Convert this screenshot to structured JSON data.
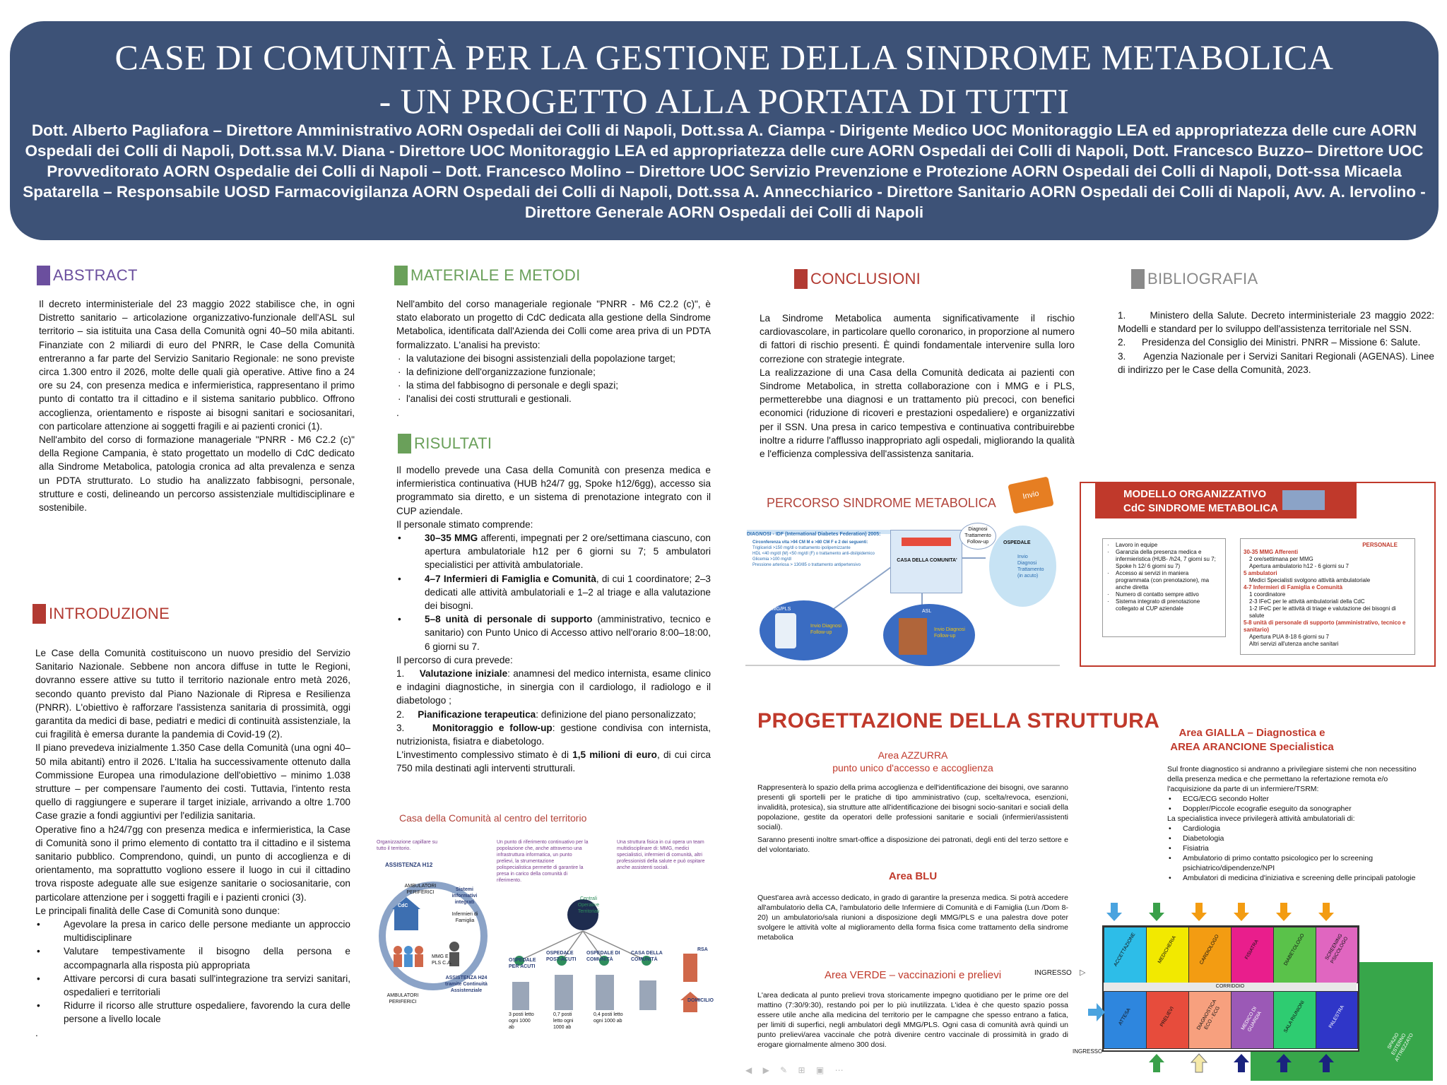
{
  "header": {
    "title_line1": "CASE DI COMUNITÀ PER LA GESTIONE DELLA SINDROME METABOLICA",
    "title_line2": "- UN PROGETTO ALLA PORTATA DI TUTTI",
    "authors": "Dott. Alberto Pagliafora – Direttore Amministrativo AORN Ospedali dei Colli di Napoli, Dott.ssa A. Ciampa - Dirigente Medico UOC Monitoraggio LEA ed appropriatezza delle cure AORN Ospedali dei Colli di Napoli, Dott.ssa M.V. Diana - Direttore UOC Monitoraggio LEA ed appropriatezza delle cure AORN Ospedali dei Colli di Napoli, Dott. Francesco Buzzo– Direttore UOC Provveditorato AORN Ospedalie dei Colli di Napoli – Dott. Francesco Molino – Direttore UOC Servizio Prevenzione e Protezione AORN Ospedali dei Colli di Napoli, Dott-ssa Micaela Spatarella – Responsabile UOSD Farmacovigilanza AORN Ospedali dei Colli di Napoli, Dott.ssa A. Annecchiarico - Direttore Sanitario AORN Ospedali dei Colli di Napoli, Avv. A. Iervolino - Direttore Generale AORN Ospedali dei Colli di Napoli"
  },
  "colors": {
    "header_bg": "#3d5277",
    "abstract": "#6b4f9e",
    "materiale": "#6aa05a",
    "conclusioni": "#b23a32",
    "bibliografia": "#8a8a8a",
    "introduzione": "#b23a32",
    "red_title": "#c0392b"
  },
  "abstract": {
    "heading": "ABSTRACT",
    "p1": "Il decreto interministeriale del 23 maggio 2022 stabilisce che, in ogni Distretto sanitario – articolazione organizzativo-funzionale dell'ASL sul territorio – sia istituita una Casa della Comunità ogni 40–50 mila abitanti. Finanziate con 2 miliardi di euro del PNRR, le Case della Comunità entreranno a far parte del Servizio Sanitario Regionale: ne sono previste circa 1.300 entro il 2026, molte delle quali già operative. Attive fino a 24 ore su 24, con presenza medica e infermieristica, rappresentano il primo punto di contatto tra il cittadino e il sistema sanitario pubblico. Offrono accoglienza, orientamento e risposte ai bisogni sanitari e sociosanitari, con particolare attenzione ai soggetti fragili e ai pazienti cronici (1).",
    "p2": "Nell'ambito del corso di formazione manageriale \"PNRR - M6 C2.2 (c)\" della Regione Campania, è stato progettato un modello di CdC dedicato alla Sindrome Metabolica, patologia cronica ad alta prevalenza e senza un PDTA strutturato. Lo studio ha analizzato fabbisogni, personale, strutture e costi, delineando un percorso assistenziale multidisciplinare e sostenibile."
  },
  "introduzione": {
    "heading": "INTRODUZIONE",
    "p1": "Le Case della Comunità costituiscono un nuovo presidio del Servizio Sanitario Nazionale. Sebbene non ancora diffuse in tutte le Regioni, dovranno essere attive su tutto il territorio nazionale entro metà 2026, secondo quanto previsto dal Piano Nazionale di Ripresa e Resilienza (PNRR). L'obiettivo è rafforzare l'assistenza sanitaria di prossimità, oggi garantita da medici di base, pediatri e medici di continuità assistenziale, la cui fragilità è emersa durante la pandemia di Covid-19 (2).",
    "p2": "Il piano prevedeva inizialmente 1.350 Case della Comunità (una ogni 40–50 mila abitanti) entro il 2026. L'Italia ha successivamente ottenuto dalla Commissione Europea una rimodulazione dell'obiettivo – minimo 1.038 strutture – per compensare l'aumento dei costi. Tuttavia, l'intento resta quello di raggiungere e superare il target iniziale, arrivando a oltre 1.700 Case grazie a fondi aggiuntivi per l'edilizia sanitaria.",
    "p3": "Operative fino a h24/7gg con presenza medica e infermieristica, la Case di Comunità sono il primo elemento di contatto tra il cittadino e il sistema sanitario pubblico. Comprendono, quindi, un punto di accoglienza e di orientamento, ma soprattutto vogliono essere il luogo in cui il cittadino trova risposte adeguate alle sue esigenze sanitarie o sociosanitarie, con particolare attenzione per i soggetti fragili e i pazienti cronici (3).",
    "p4": "Le principali finalità delle Case di Comunità sono dunque:",
    "items": [
      "Agevolare la presa in carico delle persone mediante un approccio multidisciplinare",
      "Valutare tempestivamente il bisogno della persona e accompagnarla alla risposta più appropriata",
      "Attivare percorsi di cura basati sull'integrazione tra servizi sanitari, ospedalieri e territoriali",
      "Ridurre il ricorso alle strutture ospedaliere, favorendo la cura delle persone a livello locale"
    ],
    "end": "."
  },
  "materiale": {
    "heading": "MATERIALE E METODI",
    "p1": "Nell'ambito del corso manageriale regionale \"PNRR - M6 C2.2 (c)\", è stato elaborato un progetto di CdC dedicata alla gestione della Sindrome Metabolica, identificata dall'Azienda dei Colli come area priva di un PDTA formalizzato. L'analisi ha previsto:",
    "items": [
      "la valutazione dei bisogni assistenziali della popolazione target;",
      "la definizione dell'organizzazione funzionale;",
      "la stima del fabbisogno di personale e degli spazi;",
      "l'analisi dei costi strutturali e gestionali."
    ],
    "end": "."
  },
  "risultati": {
    "heading": "RISULTATI",
    "p1": "Il modello prevede una Casa della Comunità con presenza medica e infermieristica continuativa (HUB h24/7 gg, Spoke h12/6gg), accesso sia programmato sia diretto, e un sistema di prenotazione integrato con il CUP aziendale.",
    "p2": "Il personale stimato comprende:",
    "staff1_b": "30–35 MMG",
    "staff1": " afferenti, impegnati per 2 ore/settimana ciascuno, con apertura ambulatoriale h12 per 6 giorni su 7; 5 ambulatori specialistici per attività ambulatoriale.",
    "staff2_b": "4–7 Infermieri di Famiglia e Comunità",
    "staff2": ", di cui 1 coordinatore; 2–3 dedicati alle attività ambulatoriali e 1–2 al triage e alla valutazione dei bisogni.",
    "staff3_b": "5–8 unità di personale di supporto",
    "staff3": " (amministrativo, tecnico e sanitario) con Punto Unico di Accesso attivo nell'orario 8:00–18:00, 6 giorni su 7.",
    "p3": "Il percorso di cura prevede:",
    "step1_n": "1.",
    "step1_b": "Valutazione iniziale",
    "step1": ": anamnesi del medico internista, esame clinico e indagini diagnostiche, in sinergia con il cardiologo, il radiologo e il diabetologo ;",
    "step2_n": "2.",
    "step2_b": "Pianificazione terapeutica",
    "step2": ": definizione del piano personalizzato;",
    "step3_n": "3.",
    "step3_b": "Monitoraggio e follow-up",
    "step3": ": gestione condivisa con internista, nutrizionista, fisiatra e diabetologo.",
    "p4a": "L'investimento complessivo stimato è di ",
    "p4b": "1,5 milioni di euro",
    "p4c": ", di cui circa 750 mila destinati agli interventi strutturali."
  },
  "casa_fig": {
    "title": "Casa della Comunità al centro del territorio",
    "c1": "Organizzazione capillare su tutto il territorio.",
    "c2": "Un punto di riferimento continuativo per la popolazione che, anche attraverso una infrastruttura informatica, un punto prelievi, la strumentazione polispecialistica permette di garantire la presa in carico della comunità di riferimento.",
    "c3": "Una struttura fisica in cui opera un team multidisciplinare di: MMG, medici specialistici, infermieri di comunità, altri professionisti della salute e può ospitare anche assistenti sociali.",
    "lbl_h12": "ASSISTENZA H12",
    "lbl_amb": "AMBULATORI PERIFERICI",
    "lbl_sistemi": "Sistemi informativi integrati",
    "lbl_cdc": "CdC",
    "lbl_inf": "Infermieri di Famiglia",
    "lbl_mmg": "MMG E PLS C.A.",
    "lbl_amb2": "AMBULATORI PERIFERICI",
    "lbl_h24": "ASSISTENZA H24 tramite Continuità Assistenziale",
    "lbl_acuti": "OSPEDALE PER ACUTI",
    "lbl_post": "OSPEDALE POST-ACUTI",
    "lbl_ospcom": "OSPEDALE DI COMUNITÀ",
    "lbl_casa": "CASA DELLA COMUNITÀ",
    "lbl_rsa": "RSA",
    "lbl_dom": "DOMICILIO",
    "lbl_int": "Centrali Operative Territoriali",
    "p1": "3 posti letto ogni 1000 ab",
    "p2": "0,7 posti letto ogni 1000 ab",
    "p3": "0,4 posti letto ogni 1000 ab"
  },
  "conclusioni": {
    "heading": "CONCLUSIONI",
    "p1": "La Sindrome Metabolica aumenta significativamente il rischio cardiovascolare, in particolare quello coronarico, in proporzione al numero di fattori di rischio presenti. È quindi fondamentale intervenire sulla loro correzione con strategie integrate.",
    "p2": "La realizzazione di una Casa della Comunità dedicata ai pazienti con Sindrome Metabolica, in stretta collaborazione con i MMG e i PLS, permetterebbe una diagnosi e un trattamento più precoci, con benefici economici (riduzione di ricoveri e prestazioni ospedaliere) e organizzativi per il SSN. Una presa in carico tempestiva e continuativa contribuirebbe inoltre a ridurre l'afflusso inappropriato agli ospedali, migliorando la qualità e l'efficienza complessiva dell'assistenza sanitaria."
  },
  "bibliografia": {
    "heading": "BIBLIOGRAFIA",
    "items": [
      {
        "n": "1.",
        "t": "Ministero della Salute. Decreto interministeriale 23 maggio 2022: Modelli e standard per lo sviluppo dell'assistenza territoriale nel SSN."
      },
      {
        "n": "2.",
        "t": "Presidenza del Consiglio dei Ministri. PNRR – Missione 6: Salute."
      },
      {
        "n": "3.",
        "t": "Agenzia Nazionale per i Servizi Sanitari Regionali (AGENAS). Linee di indirizzo per le Case della Comunità, 2023."
      }
    ]
  },
  "percorso": {
    "title": "PERCORSO SINDROME METABOLICA",
    "diag_title": "DIAGNOSI - IDF (International Diabetes Federation) 2005:",
    "diag_lines": [
      "Circonferenza vita >94 CM M e >80 CM F e 2 dei seguenti:",
      "Trigliceridi >150 mg/dl o trattamento ipolipemizzante",
      "HDL <40 mg/dl (M) <50 mg/dl (F) o trattamento anti-dislipidemico",
      "Glicemia >100 mg/dl",
      "Pressione arteriosa > 130/85 o trattamento antipertensivo"
    ],
    "invio": "Invio",
    "casa": "CASA DELLA COMUNITA'",
    "bubble": "Diagnosi Trattamento Follow-up",
    "ospedale": "OSPEDALE",
    "osp_txt": "Invio Diagnosi Trattamento (in acuto)",
    "mmg": "MMG/PLS",
    "mmg_txt": "Invio Diagnosi Follow-up",
    "asl": "ASL",
    "asl_txt": "Invio Diagnosi Follow-up"
  },
  "modello": {
    "title_line1": "MODELLO ORGANIZZATIVO",
    "title_line2": "CdC SINDROME METABOLICA",
    "left_items": [
      "Lavoro in equipe",
      "Garanzia della presenza medica e infermieristica (HUB- /h24, 7 giorni su 7; Spoke h 12/ 6 giorni su 7)",
      "Accesso ai servizi in maniera programmata (con prenotazione), ma anche diretta",
      "Numero di contatto sempre attivo",
      "Sistema integrato di prenotazione collegato al CUP aziendale"
    ],
    "personale": "PERSONALE",
    "r1": "30-35 MMG Afferenti",
    "r1a": "2 ore/settimana per MMG",
    "r1b": "Apertura ambulatorio h12 - 6 giorni su 7",
    "r2": "5 ambulatori",
    "r2a": "Medici Specialisti svolgono attività ambulatoriale",
    "r3": "4-7 Infermieri di Famiglia e Comunità",
    "r3a": "1 coordinatore",
    "r3b": "2-3 IFeC per le attività ambulatoriali della CdC",
    "r3c": "1-2 IFeC per le attività di triage e valutazione dei bisogni di salute",
    "r4": "5-8 unità di personale di supporto (amministrativo, tecnico e sanitario)",
    "r4a": "Apertura PUA 8-18 6 giorni su 7",
    "r4b": "Altri servizi all'utenza anche sanitari"
  },
  "progettazione": {
    "title": "PROGETTAZIONE DELLA STRUTTURA",
    "azzurra_t1": "Area AZZURRA",
    "azzurra_t2": "punto unico d'accesso e accoglienza",
    "azzurra": "Rappresenterà lo spazio della prima accoglienza e dell'identificazione dei bisogni, ove saranno presenti gli sportelli per le pratiche di tipo amministrativo (cup, scelta/revoca, esenzioni, invalidità, protesica), sia strutture atte all'identificazione dei bisogni socio-sanitari e sociali della popolazione, gestite da operatori delle professioni sanitarie e sociali (infermieri/assistenti sociali).",
    "azzurra2": "Saranno presenti inoltre smart-office a disposizione dei patronati, degli enti del terzo settore e del volontariato.",
    "blu_t": "Area BLU",
    "blu": "Quest'area avrà accesso dedicato, in grado di garantire la presenza medica. Si potrà accedere all'ambulatorio della CA, l'ambulatorio delle Infermiere di Comunità e di Famiglia (Lun /Dom 8-20) un ambulatorio/sala riunioni a disposizione degli MMG/PLS e una palestra dove poter svolgere le attività volte al miglioramento della forma fisica come trattamento della sindrome metabolica",
    "verde_t": "Area VERDE – vaccinazioni e prelievi",
    "verde": "L'area dedicata al punto prelievi trova storicamente impegno quotidiano per le prime ore del mattino (7:30/9:30), restando poi per lo più inutilizzata. L'idea è che questo spazio possa essere utile anche alla medicina del territorio per le campagne che spesso entrano a fatica, per limiti di superfici, negli ambulatori degli MMG/PLS. Ogni casa di comunità avrà quindi un punto prelievi/area vaccinale che potrà divenire centro vaccinale di prossimità in grado di erogare giornalmente almeno 300 dosi.",
    "gialla_t1": "Area GIALLA – Diagnostica e",
    "gialla_t2": "AREA ARANCIONE Specialistica",
    "gialla": "Sul fronte diagnostico si andranno a privilegiare sistemi che non necessitino della presenza medica e che permettano la refertazione remota e/o l'acquisizione da parte di un infermiere/TSRM:",
    "gialla_items": [
      "ECG/ECG secondo Holter",
      "Doppler/Piccole ecografie eseguito da sonographer"
    ],
    "gialla2": "La specialistica invece privilegerà attività ambulatoriali di:",
    "gialla_items2": [
      "Cardiologia",
      "Diabetologia",
      "Fisiatria",
      "Ambulatorio di primo contatto psicologico per lo screening psichiatrico/dipendenze/NPI",
      "Ambulatori di medicina d'iniziativa e screening delle principali patologie"
    ]
  },
  "pianta": {
    "ingresso": "INGRESSO",
    "ingresso2": "INGRESSO",
    "corridoio": "CORRIDOIO",
    "top_rooms": [
      "ACCETTAZIONE",
      "MEDICHERIA",
      "CARDIOLOGO",
      "FISIATRA",
      "DIABETOLOGO",
      "SCREENING PSICOLOGO"
    ],
    "bottom_rooms": [
      "ATTESA",
      "PRELIEVI",
      "DIAGNOSTICA ECO - ECG",
      "MEDICO DI GUARDIA",
      "SALA RIUNIONI",
      "PALESTRA"
    ],
    "spazio": "SPAZIO ESTERNO ATTREZZATO"
  }
}
